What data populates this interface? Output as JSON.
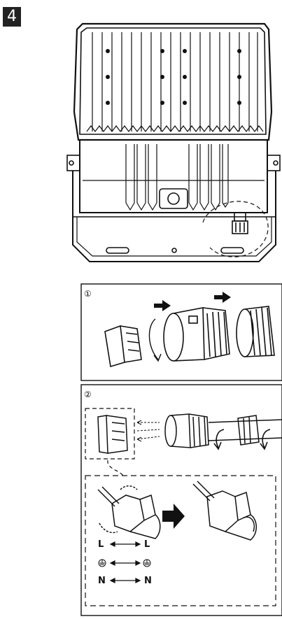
{
  "step": {
    "number": "4"
  },
  "panels": [
    {
      "marker": "①"
    },
    {
      "marker": "②"
    }
  ],
  "wiring": [
    {
      "left": "L",
      "right": "L"
    },
    {
      "left": "⏚",
      "right": "⏚"
    },
    {
      "left": "N",
      "right": "N"
    }
  ],
  "icons": [
    "floodlight-fixture",
    "connector-disassembly",
    "connector-wiring",
    "direction-arrow",
    "ground-symbol"
  ]
}
